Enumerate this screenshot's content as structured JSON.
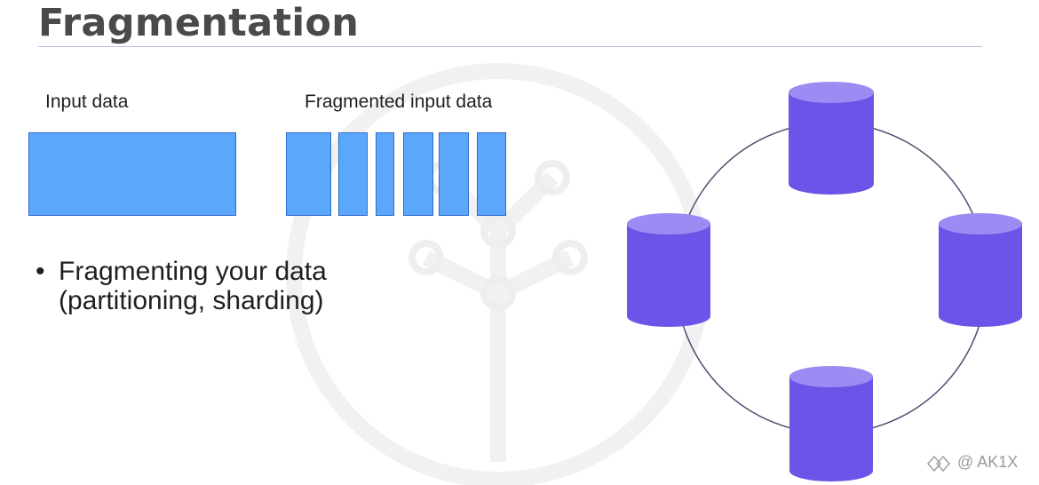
{
  "slide": {
    "title": "Fragmentation",
    "input_label": "Input data",
    "fragmented_label": "Fragmented input data",
    "bullet_line1": "Fragmenting your data",
    "bullet_line2": "(partitioning, sharding)",
    "bullet_marker": "•"
  },
  "diagram": {
    "fragment_count": 6,
    "node_count": 4,
    "colors": {
      "block_fill": "#5aa7fb",
      "block_border": "#2f6cc7",
      "cylinder_body": "#6a55e8",
      "cylinder_top": "#9a8cf2",
      "ring": "#4d4d6e"
    }
  },
  "credit": {
    "text": "@ AK1X",
    "icon": "diamond-logo-icon"
  }
}
